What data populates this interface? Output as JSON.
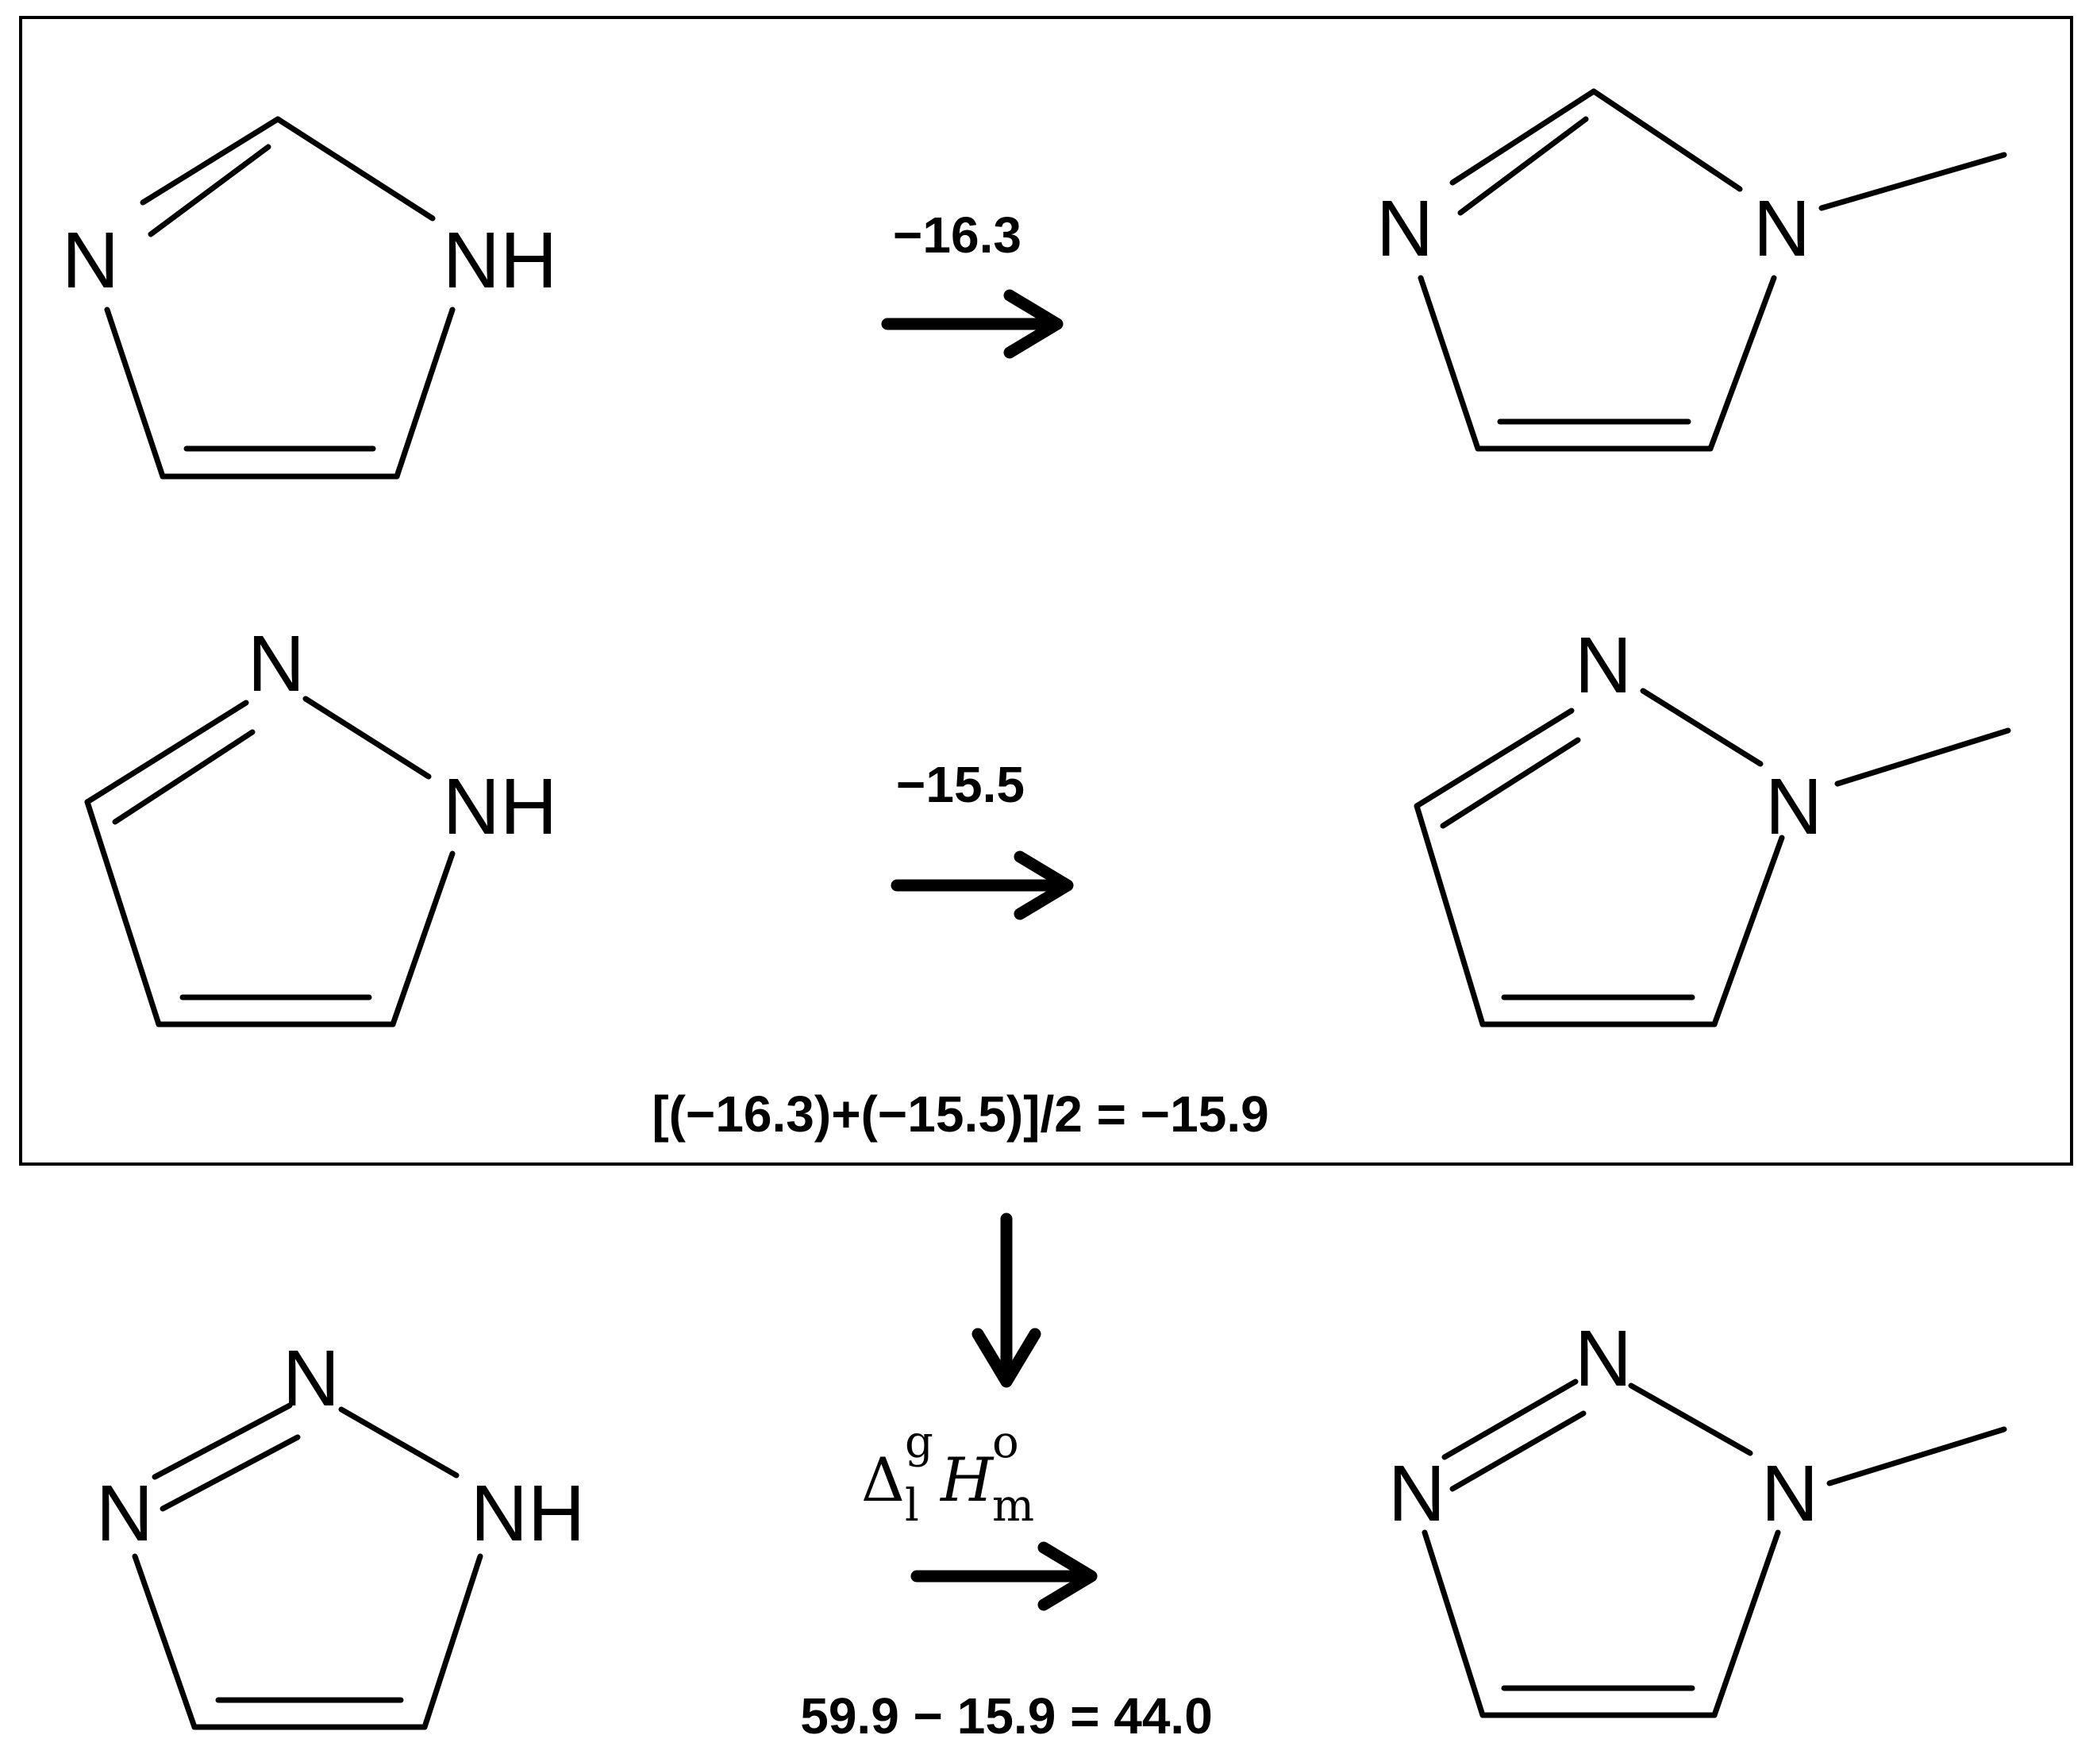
{
  "atoms": {
    "n": "N",
    "nh": "NH"
  },
  "step_values": {
    "imidazole": "−16.3",
    "pyrazole": "−15.5",
    "average_expression": "[(−16.3)+(−15.5)]/2 = −15.9",
    "triazole_result": "59.9 − 15.9 = 44.0"
  },
  "enthalpy_symbol": {
    "delta": "Δ",
    "sub": "l",
    "sup": "g",
    "h": "H",
    "h_sup": "o",
    "h_sub": "m"
  },
  "colors": {
    "ink": "#000000",
    "background": "#ffffff"
  }
}
